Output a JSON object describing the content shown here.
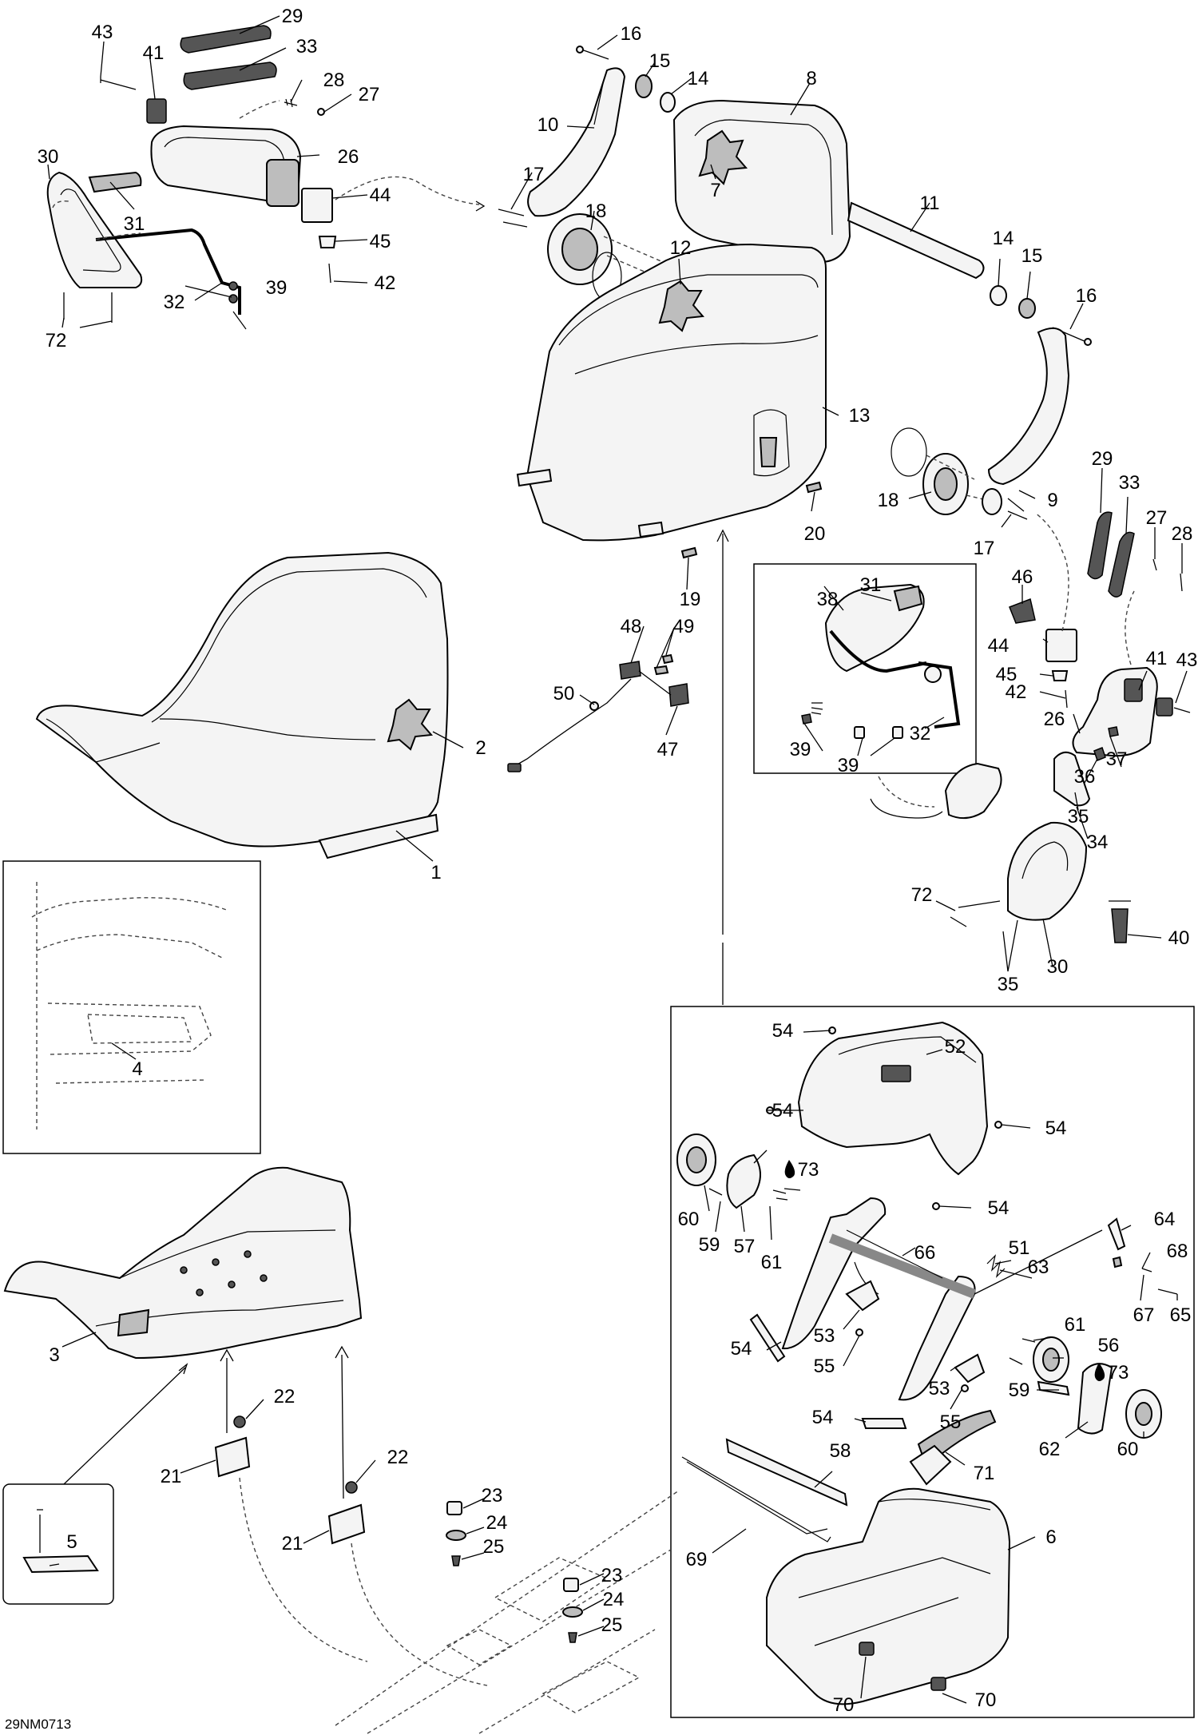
{
  "diagram": {
    "drawing_code": "29NM0713",
    "callouts": [
      "1",
      "2",
      "3",
      "4",
      "5",
      "6",
      "7",
      "8",
      "9",
      "10",
      "11",
      "12",
      "13",
      "14",
      "15",
      "16",
      "17",
      "18",
      "19",
      "20",
      "21",
      "22",
      "23",
      "24",
      "25",
      "26",
      "27",
      "28",
      "29",
      "30",
      "31",
      "32",
      "33",
      "34",
      "35",
      "36",
      "37",
      "38",
      "39",
      "40",
      "41",
      "42",
      "43",
      "44",
      "45",
      "46",
      "47",
      "48",
      "49",
      "50",
      "51",
      "52",
      "53",
      "54",
      "55",
      "56",
      "57",
      "58",
      "59",
      "60",
      "61",
      "62",
      "63",
      "64",
      "65",
      "66",
      "67",
      "68",
      "69",
      "70",
      "71",
      "72",
      "73"
    ]
  }
}
